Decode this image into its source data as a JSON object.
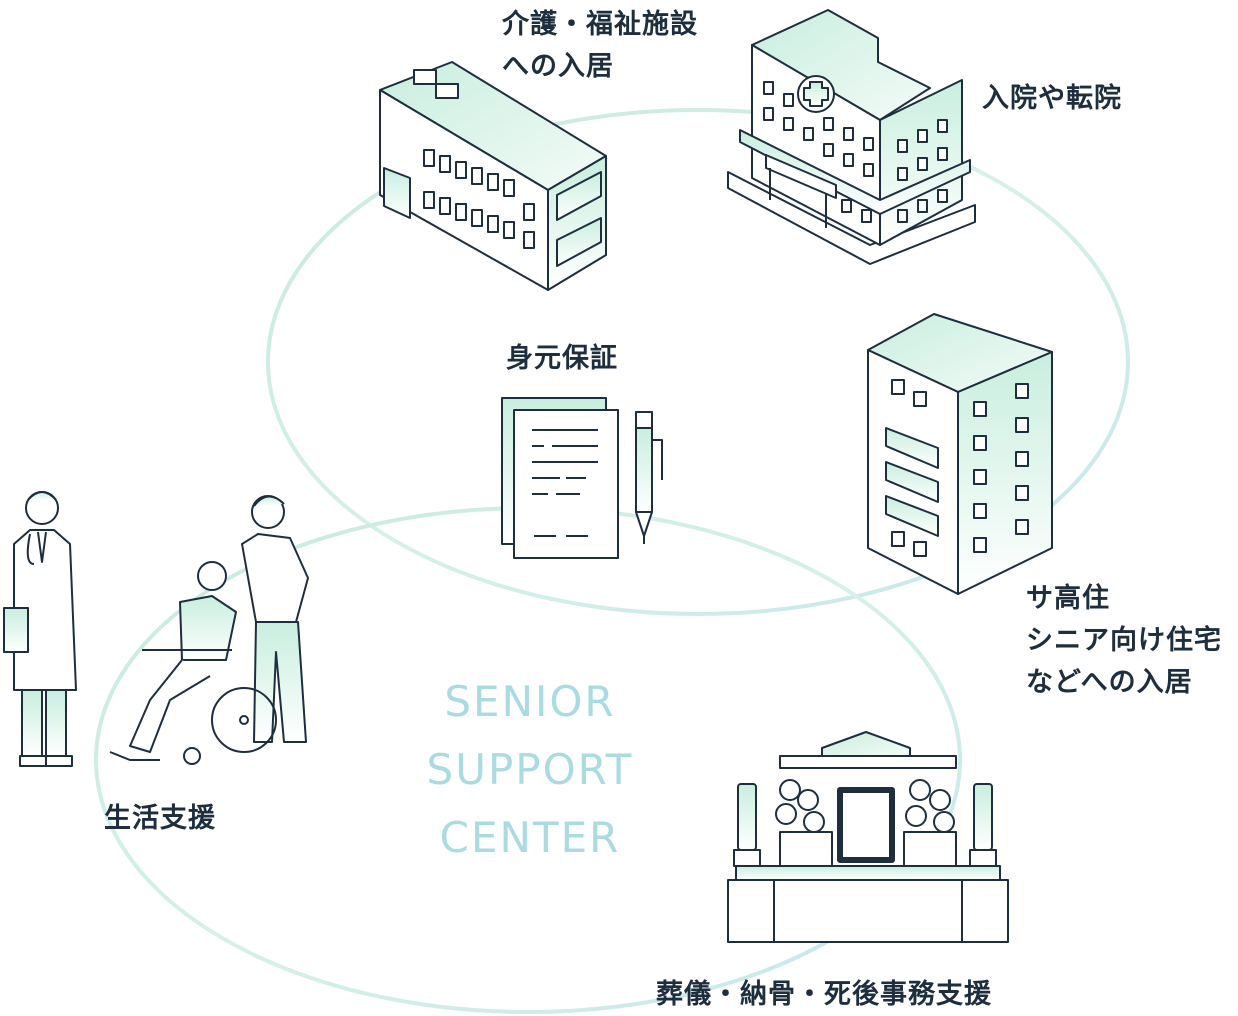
{
  "labels": {
    "care_facility": [
      "介護・福祉施設",
      "への入居"
    ],
    "hospital": [
      "入院や転院"
    ],
    "identity_guarantee": [
      "身元保証"
    ],
    "senior_housing": [
      "サ高住",
      "シニア向け住宅",
      "などへの入居"
    ],
    "life_support": [
      "生活支援"
    ],
    "funeral": [
      "葬儀・納骨・死後事務支援"
    ]
  },
  "center_mark": [
    "SENIOR",
    "SUPPORT",
    "CENTER"
  ],
  "colors": {
    "ink": "#1e2e3e",
    "mint": "#c8eede",
    "mint_light": "#e6f7ef",
    "ring": "#d4f0e4",
    "center_text": "#a9dbe1"
  },
  "icons": [
    "care-facility-building-icon",
    "hospital-building-icon",
    "document-pen-icon",
    "apartment-building-icon",
    "doctor-icon",
    "wheelchair-caregiver-icon",
    "altar-icon"
  ]
}
